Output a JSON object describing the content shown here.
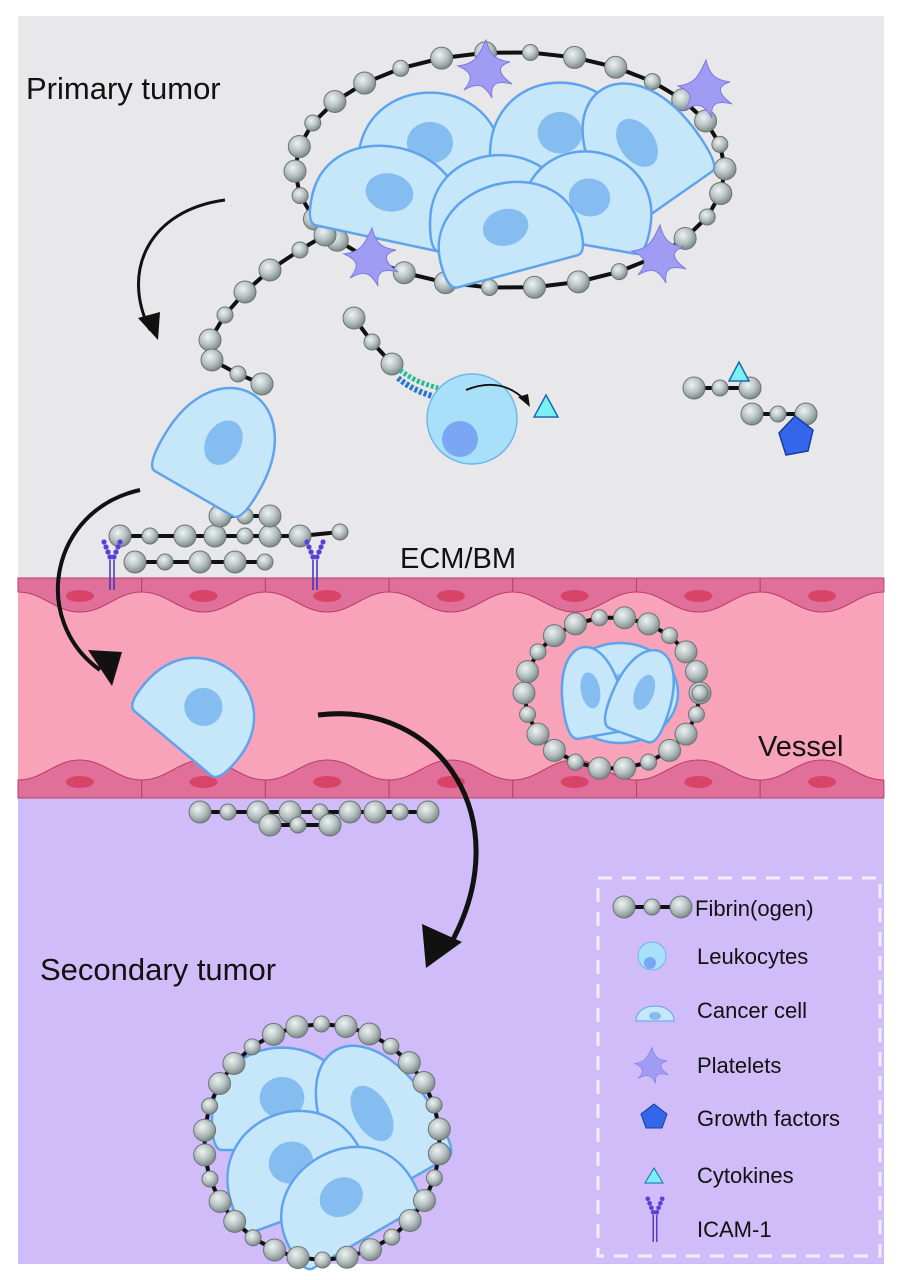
{
  "colors": {
    "tissue_bg": "#e8e8ea",
    "vessel_bg": "#f8a3ba",
    "endothelium": "#e0709a",
    "endo_nucleus": "#d84468",
    "secondary_bg": "#d0bcf8",
    "cancer_cell_fill": "#c6e6fa",
    "cancer_cell_stroke": "#5fa3ec",
    "cancer_nucleus": "#86bdf0",
    "leukocyte_fill": "#a8e0fa",
    "leukocyte_nucleus": "#7aa6f4",
    "platelet": "#a09cf4",
    "growth_factor": "#3466ec",
    "cytokine": "#7af0f4",
    "icam": "#4030c0",
    "fibrin_bead": "#b8c2c2",
    "fibrin_link": "#111111",
    "arrow": "#111111",
    "legend_border": "#f0f0f4"
  },
  "labels": {
    "primary_tumor": "Primary tumor",
    "ecm_bm": "ECM/BM",
    "vessel": "Vessel",
    "secondary_tumor": "Secondary tumor"
  },
  "legend": {
    "items": [
      {
        "icon": "fibrin-icon",
        "label": "Fibrin(ogen)"
      },
      {
        "icon": "leukocyte-icon",
        "label": "Leukocytes"
      },
      {
        "icon": "cancer-cell-icon",
        "label": "Cancer cell"
      },
      {
        "icon": "platelet-icon",
        "label": "Platelets"
      },
      {
        "icon": "growth-factor-icon",
        "label": "Growth factors"
      },
      {
        "icon": "cytokine-icon",
        "label": "Cytokines"
      },
      {
        "icon": "icam-icon",
        "label": "ICAM-1"
      }
    ]
  }
}
